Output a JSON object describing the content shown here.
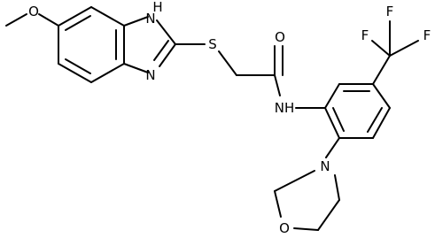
{
  "atoms": {
    "o_methoxy": "O",
    "nh_ring": "H",
    "n_ring": "N",
    "s": "S",
    "o_carbonyl": "O",
    "nh_amide": "NH",
    "f1": "F",
    "f2": "F",
    "f3": "F",
    "n_morph": "N",
    "o_morph": "O"
  },
  "nh_ring_n": "N"
}
